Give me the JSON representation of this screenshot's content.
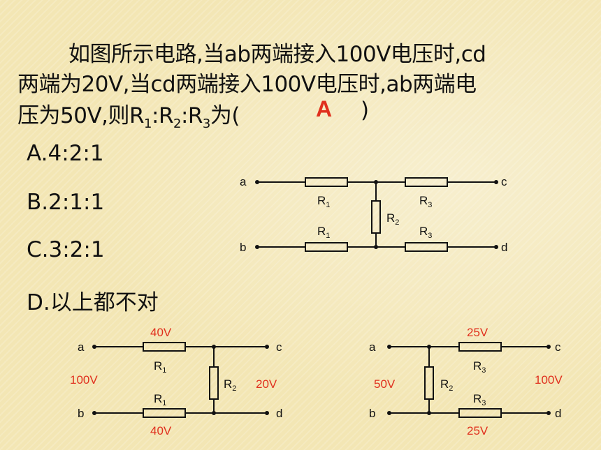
{
  "question": {
    "line1": "如图所示电路,当ab两端接入100V电压时,cd",
    "line2": "两端为20V,当cd两端接入100V电压时,ab两端电",
    "line3_prefix": "压为50V,则R",
    "line3_s1": "1",
    "line3_c1": ":R",
    "line3_s2": "2",
    "line3_c2": ":R",
    "line3_s3": "3",
    "line3_suffix": "为(",
    "close": ")",
    "answer": "A"
  },
  "options": {
    "a": "A.4:2:1",
    "b": "B.2:1:1",
    "c": "C.3:2:1",
    "d": "D.以上都不对"
  },
  "circuit_main": {
    "a": "a",
    "b": "b",
    "c": "c",
    "d": "d",
    "r": "R",
    "s1": "1",
    "s2": "2",
    "s3": "3"
  },
  "circuit_left": {
    "a": "a",
    "b": "b",
    "c": "c",
    "d": "d",
    "r": "R",
    "s1": "1",
    "s2": "2",
    "v_top": "40V",
    "v_bottom": "40V",
    "v_in": "100V",
    "v_out": "20V"
  },
  "circuit_right": {
    "a": "a",
    "b": "b",
    "c": "c",
    "d": "d",
    "r": "R",
    "s2": "2",
    "s3": "3",
    "v_top": "25V",
    "v_bottom": "25V",
    "v_in": "100V",
    "v_out": "50V"
  }
}
